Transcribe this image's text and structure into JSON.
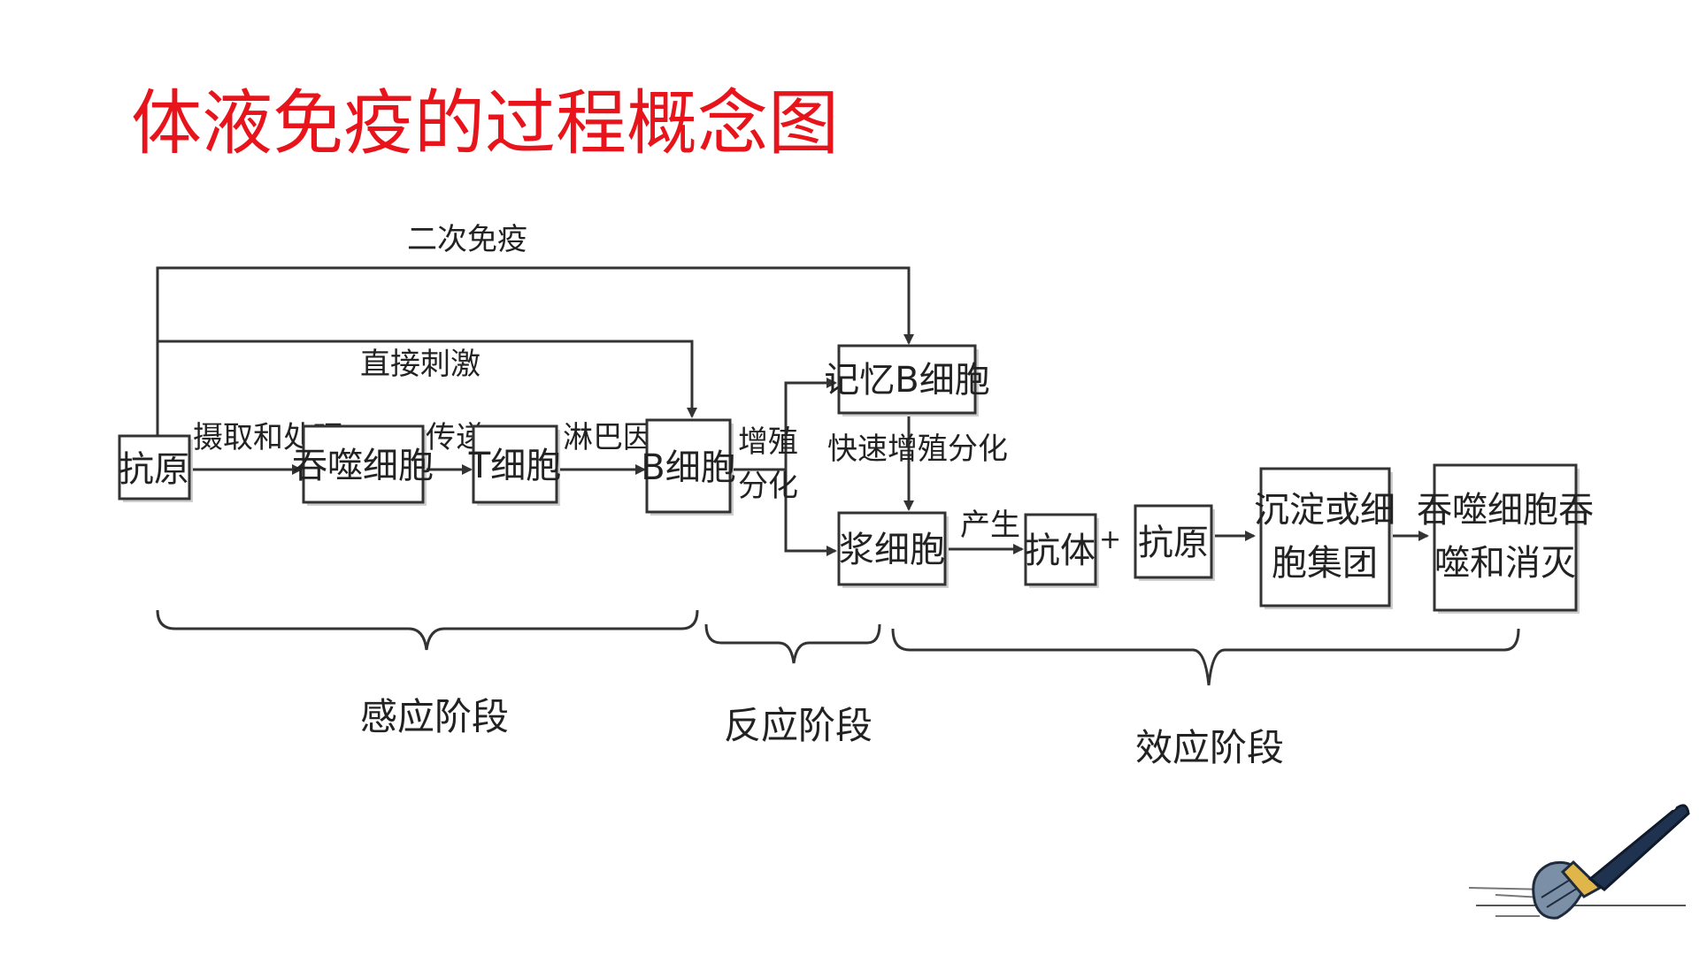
{
  "title": "体液免疫的过程概念图",
  "colors": {
    "title": "#e8141b",
    "lines": "#333333"
  },
  "nodes": {
    "antigen_1": "抗原",
    "phagocyte": "吞噬细胞",
    "t_cell": "T细胞",
    "b_cell": "B细胞",
    "memory_b": "记忆B细胞",
    "plasma": "浆细胞",
    "antibody": "抗体",
    "antigen_2": "抗原",
    "precipitate": [
      "沉淀或细",
      "胞集团"
    ],
    "engulf": [
      "吞噬细胞吞",
      "噬和消灭"
    ]
  },
  "edges": {
    "secondary": "二次免疫",
    "direct": "直接刺激",
    "uptake": "摄取和处理",
    "transmit": "传递",
    "lymphokine": "淋巴因子",
    "proliferate": [
      "增殖",
      "分化"
    ],
    "rapid": "快速增殖分化",
    "produce": "产生",
    "plus": "+"
  },
  "stages": {
    "sensing": "感应阶段",
    "reaction": "反应阶段",
    "effector": "效应阶段"
  },
  "icons": {
    "brush": "paintbrush-icon"
  }
}
